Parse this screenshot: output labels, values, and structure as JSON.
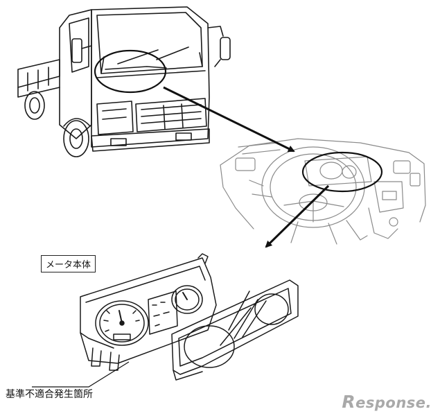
{
  "labels": {
    "meter_body": "メータ本体",
    "defect_location": "基準不適合発生箇所"
  },
  "watermark": {
    "initial": "R",
    "rest": "esponse."
  },
  "icons": [
    "truck-illustration",
    "dashboard-illustration",
    "meter-assembly-illustration",
    "arrow-icon"
  ],
  "colors": {
    "line": "#1a1a1a",
    "dashboard_line": "#8a8a8a",
    "watermark": "#a9a9a9"
  }
}
